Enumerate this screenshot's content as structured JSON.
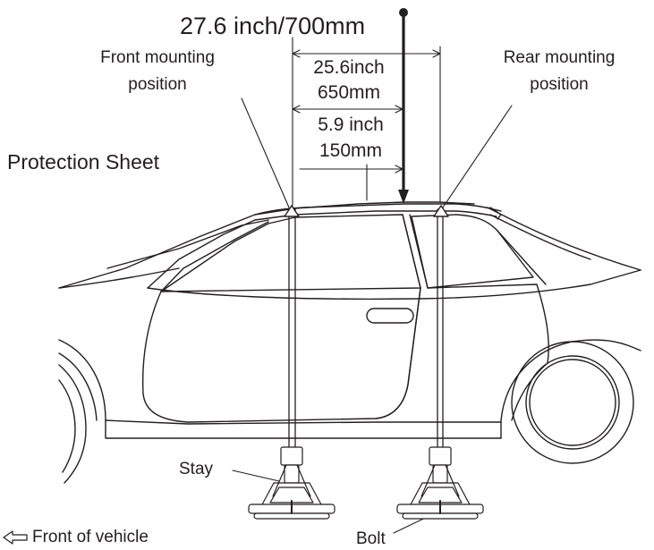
{
  "dim_total": {
    "text": "27.6 inch/700mm"
  },
  "dim_mid": {
    "inch": "25.6inch",
    "mm": "650mm"
  },
  "dim_small": {
    "inch": "5.9 inch",
    "mm": "150mm"
  },
  "labels": {
    "front_mounting_1": "Front mounting",
    "front_mounting_2": "position",
    "rear_mounting_1": "Rear mounting",
    "rear_mounting_2": "position",
    "protection_sheet": "Protection Sheet",
    "stay": "Stay",
    "bolt": "Bolt",
    "front_of_vehicle": "Front of vehicle"
  },
  "icons": {
    "front_arrow": "outline-left-arrow-icon",
    "mount_marker": "triangle-marker-icon",
    "plumb_bob": "plumb-line-icon"
  }
}
